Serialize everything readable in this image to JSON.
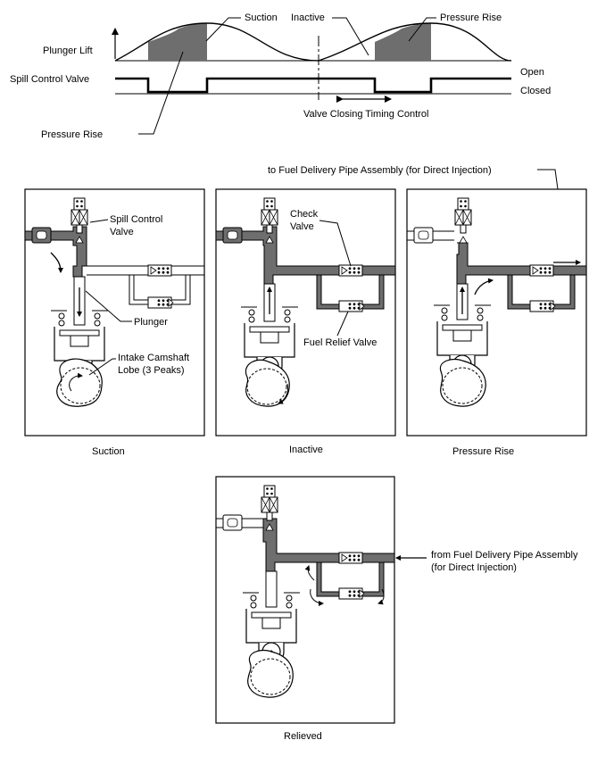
{
  "timing": {
    "plunger_lift": "Plunger Lift",
    "spill_control_valve": "Spill Control Valve",
    "suction": "Suction",
    "inactive": "Inactive",
    "pressure_rise_top": "Pressure Rise",
    "pressure_rise_left": "Pressure Rise",
    "open": "Open",
    "closed": "Closed",
    "valve_closing_timing_control": "Valve Closing Timing Control"
  },
  "labels": {
    "to_fuel_delivery": "to Fuel Delivery Pipe Assembly (for Direct Injection)",
    "spill_control_valve_1": "Spill Control",
    "spill_control_valve_2": "Valve",
    "check_valve_1": "Check",
    "check_valve_2": "Valve",
    "plunger": "Plunger",
    "fuel_relief_valve": "Fuel Relief Valve",
    "intake_camshaft_1": "Intake Camshaft",
    "intake_camshaft_2": "Lobe (3 Peaks)",
    "from_fuel_delivery_1": "from Fuel Delivery Pipe Assembly",
    "from_fuel_delivery_2": "(for Direct Injection)"
  },
  "captions": {
    "suction": "Suction",
    "inactive": "Inactive",
    "pressure_rise": "Pressure Rise",
    "relieved": "Relieved"
  },
  "colors": {
    "fuel_fill": "#6e6e6e",
    "pressure_fill": "#7a7a7a",
    "line": "#000000",
    "background": "#ffffff"
  }
}
